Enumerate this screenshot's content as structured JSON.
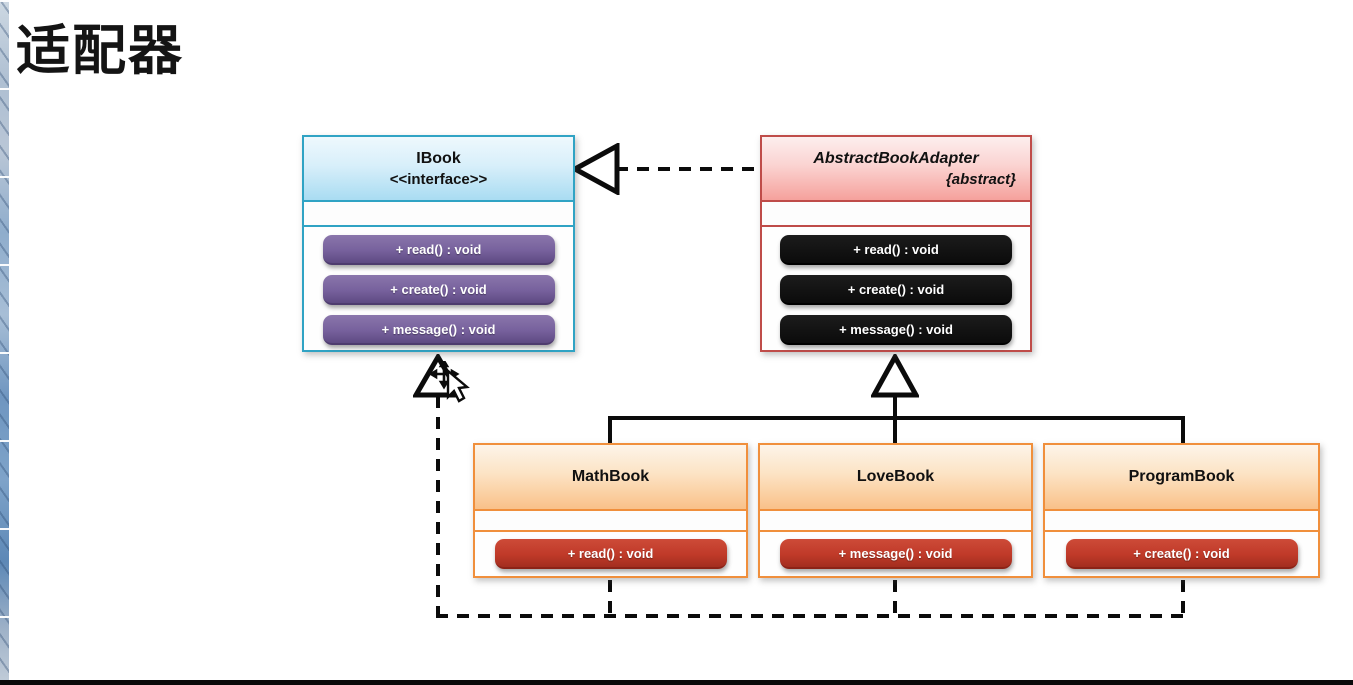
{
  "title": "适配器",
  "classes": {
    "ibook": {
      "name": "IBook",
      "stereotype": "<<interface>>",
      "methods": [
        "+ read() : void",
        "+ create() : void",
        "+ message() : void"
      ]
    },
    "adapter": {
      "name": "AbstractBookAdapter",
      "modifier": "{abstract}",
      "methods": [
        "+ read() : void",
        "+ create() : void",
        "+ message() : void"
      ]
    },
    "mathbook": {
      "name": "MathBook",
      "methods": [
        "+ read() : void"
      ]
    },
    "lovebook": {
      "name": "LoveBook",
      "methods": [
        "+ message() : void"
      ]
    },
    "programbook": {
      "name": "ProgramBook",
      "methods": [
        "+ create() : void"
      ]
    }
  },
  "relationships": {
    "adapter_realizes_ibook": "dashed-realization-arrow",
    "books_extend_adapter": "solid-generalization-arrow",
    "books_realize_ibook": "dashed-realization-arrow"
  },
  "colors": {
    "ibook_border": "#30a3c4",
    "ibook_header_gradient_bottom": "#a9dcf2",
    "adapter_border": "#bf4c49",
    "adapter_header_gradient_bottom": "#f5a19c",
    "book_border": "#f08f3c",
    "book_header_gradient_bottom": "#f9c189",
    "pill_purple": "#77619d",
    "pill_black": "#0b0b0b",
    "pill_red": "#c03a29",
    "connector": "#0b0b0b",
    "left_strip_blue": "#6f96c0"
  }
}
